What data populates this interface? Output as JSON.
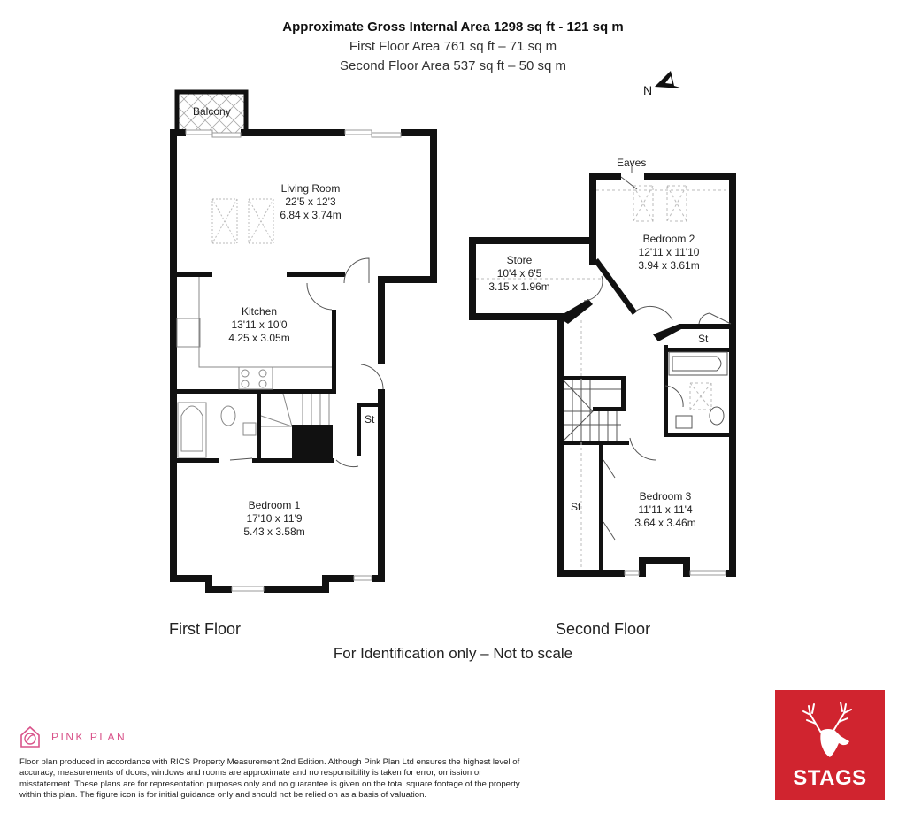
{
  "header": {
    "title": "Approximate Gross Internal Area 1298 sq ft - 121 sq m",
    "first_floor_area": "First Floor Area 761 sq ft – 71 sq m",
    "second_floor_area": "Second Floor Area 537 sq ft – 50 sq m"
  },
  "compass": {
    "label": "N",
    "icon": "north-arrow-icon"
  },
  "first_floor": {
    "label": "First Floor",
    "rooms": [
      {
        "name": "Balcony"
      },
      {
        "name": "Living Room",
        "imperial": "22'5 x 12'3",
        "metric": "6.84 x 3.74m"
      },
      {
        "name": "Kitchen",
        "imperial": "13'11 x 10'0",
        "metric": "4.25 x 3.05m"
      },
      {
        "name": "Bedroom 1",
        "imperial": "17'10 x 11'9",
        "metric": "5.43 x 3.58m"
      },
      {
        "name": "St"
      }
    ]
  },
  "second_floor": {
    "label": "Second Floor",
    "eaves": "Eaves",
    "rooms": [
      {
        "name": "Store",
        "imperial": "10'4 x 6'5",
        "metric": "3.15 x 1.96m"
      },
      {
        "name": "Bedroom 2",
        "imperial": "12'11 x 11'10",
        "metric": "3.94 x 3.61m"
      },
      {
        "name": "Bedroom 3",
        "imperial": "11'11 x 11'4",
        "metric": "3.64 x 3.46m"
      },
      {
        "name": "St"
      },
      {
        "name": "St"
      }
    ]
  },
  "footer": {
    "identification": "For Identification only – Not to scale",
    "brand": "PINK PLAN",
    "brand_color": "#d9538a",
    "disclaimer": "Floor plan produced in accordance with RICS Property Measurement 2nd Edition. Although Pink Plan Ltd ensures the highest level of accuracy, measurements of doors, windows and rooms are approximate and no responsibility is taken for error, omission or misstatement. These plans are for representation purposes only and no guarantee is given on the total square footage of the property within this plan. The figure icon is for initial guidance only and should not be relied on as a basis of valuation.",
    "agent": "STAGS",
    "agent_color": "#d0242f"
  }
}
